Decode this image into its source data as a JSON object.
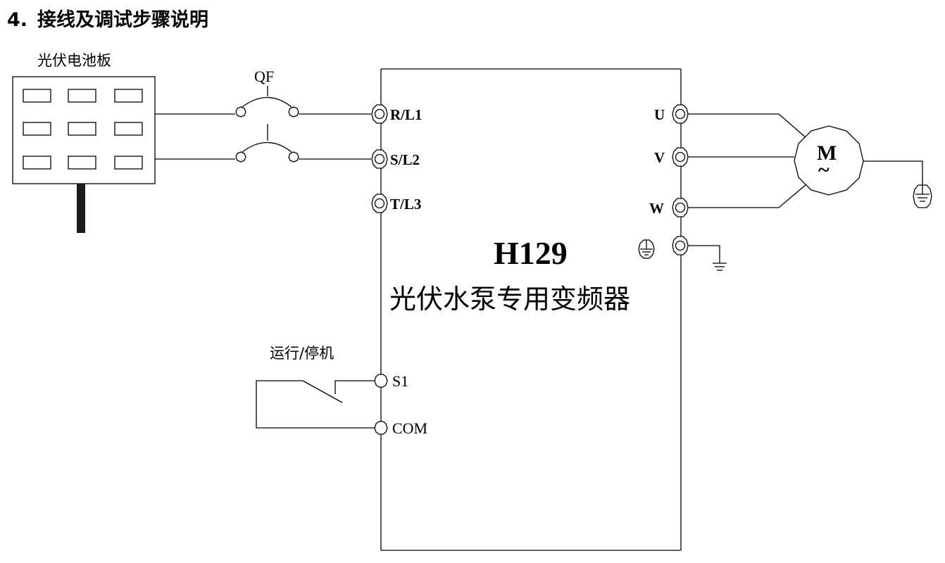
{
  "section": {
    "number": "4.",
    "title": "接线及调试步骤说明"
  },
  "solar_panel": {
    "label": "光伏电池板"
  },
  "breaker": {
    "label": "QF"
  },
  "inverter": {
    "model": "H129",
    "description": "光伏水泵专用变频器",
    "inputs": [
      "R/L1",
      "S/L2",
      "T/L3"
    ],
    "outputs": [
      "U",
      "V",
      "W"
    ],
    "control": {
      "label": "运行/停机",
      "terminals": [
        "S1",
        "COM"
      ]
    }
  },
  "motor": {
    "label": "M",
    "symbol": "~"
  },
  "icons": [
    "ground-icon",
    "terminal-screw-icon",
    "switch-contact-icon"
  ]
}
